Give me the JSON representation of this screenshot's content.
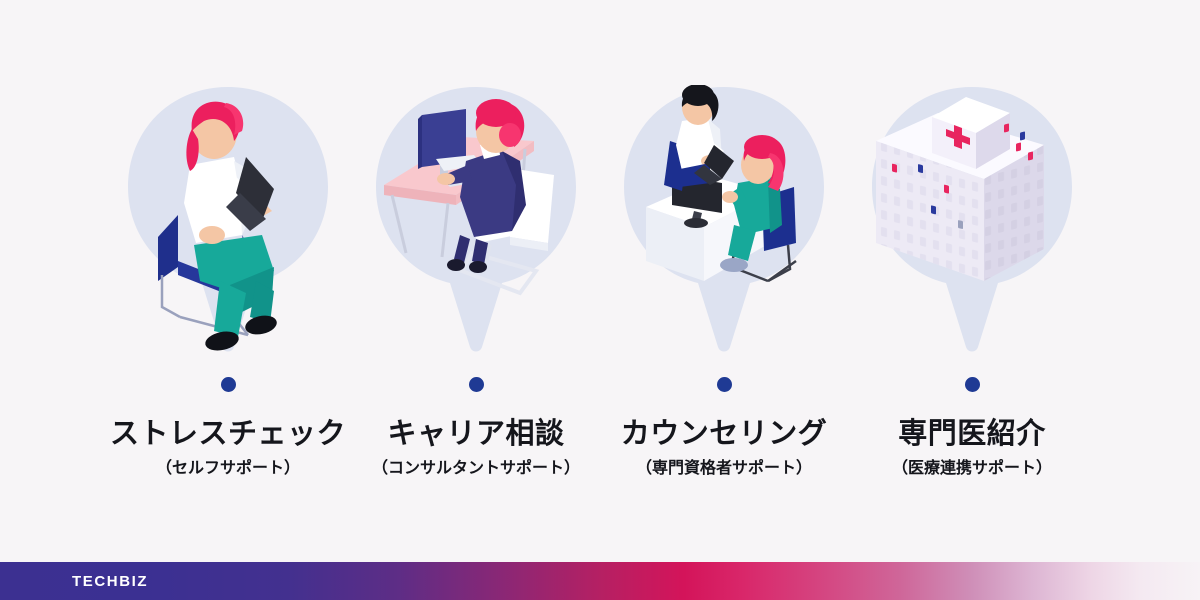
{
  "page": {
    "background_color": "#f7f5f7",
    "accent_dot_color": "#1f3a94",
    "balloon_color": "#dde2f0"
  },
  "cards": [
    {
      "id": "stress-check",
      "title": "ストレスチェック",
      "subtitle": "（セルフサポート）",
      "illustration": "person-sitting-on-chair-with-laptop",
      "illustration_colors": {
        "hair": "#ec1f5e",
        "shirt": "#ffffff",
        "pants": "#16a596",
        "chair": "#1c2f8f",
        "laptop": "#2d2f38",
        "shoes": "#111318",
        "skin": "#f4c6a5"
      }
    },
    {
      "id": "career-consultation",
      "title": "キャリア相談",
      "subtitle": "（コンサルタントサポート）",
      "illustration": "person-at-desk-with-monitor",
      "illustration_colors": {
        "hair": "#ec1f5e",
        "suit": "#3b3a83",
        "desk": "#f7c4c9",
        "monitor": "#3a3f93",
        "chair": "#ffffff",
        "skin": "#f4c6a5"
      }
    },
    {
      "id": "counseling",
      "title": "カウンセリング",
      "subtitle": "（専門資格者サポート）",
      "illustration": "two-people-counseling-session",
      "illustration_colors": {
        "counselor_hair": "#15161c",
        "counselor_shirt": "#ffffff",
        "counselor_pants": "#1c2f8f",
        "client_hair": "#ec1f5e",
        "client_top": "#16a596",
        "desk": "#ffffff",
        "monitor": "#24262e",
        "chair": "#1c2f8f"
      }
    },
    {
      "id": "specialist-referral",
      "title": "専門医紹介",
      "subtitle": "（医療連携サポート）",
      "illustration": "isometric-hospital-building",
      "illustration_colors": {
        "building": "#f0eef6",
        "building_side": "#d8d5e6",
        "cross": "#e8255f",
        "roof": "#ffffff"
      }
    }
  ],
  "footer": {
    "brand": "TECHBIZ",
    "gradient_start": "#3c3091",
    "gradient_mid": "#d4145a",
    "gradient_end": "#f7f3f6"
  }
}
